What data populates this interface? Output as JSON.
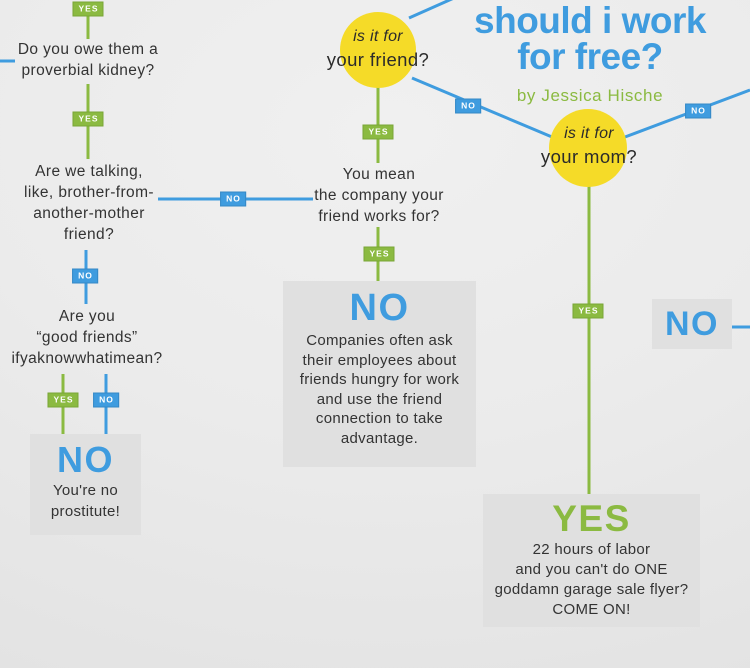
{
  "title": {
    "heading": "should i work\nfor free?",
    "byline": "by Jessica Hische"
  },
  "labels": {
    "yes": "YES",
    "no": "NO"
  },
  "decisions": {
    "friend_circle": {
      "prefix": "is it for",
      "question": "your friend?"
    },
    "mom_circle": {
      "prefix": "is it for",
      "question": "your mom?"
    },
    "kidney": "Do you owe them a\nproverbial kidney?",
    "brother": "Are we talking,\nlike, brother-from-\nanother-mother\nfriend?",
    "good_friends": "Are you\n“good friends”\nifyaknowwhatimean?",
    "company": "You mean\nthe company your\nfriend works for?"
  },
  "outcomes": {
    "prostitute": {
      "verdict": "NO",
      "note": "You're no\nprostitute!"
    },
    "companies": {
      "verdict": "NO",
      "note": "Companies often ask\ntheir employees about\nfriends hungry for work\nand use the friend\nconnection to take\nadvantage."
    },
    "mom_yes": {
      "verdict": "YES",
      "note": "22 hours of labor\nand you can't do ONE\ngoddamn garage sale flyer?\nCOME ON!"
    },
    "offscreen_no": {
      "verdict": "NO"
    }
  },
  "colors": {
    "blue": "#3f9cdf",
    "green": "#8bba41",
    "yellow": "#f5db28",
    "box_gray": "#e0e0e0",
    "background": "#ebebeb",
    "text": "#333333"
  }
}
